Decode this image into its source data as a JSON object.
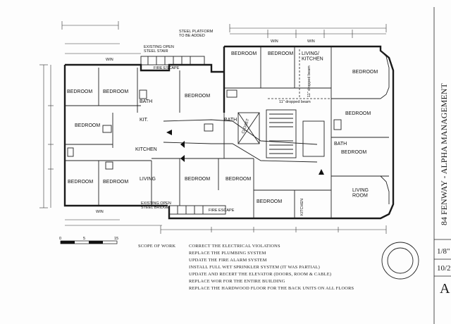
{
  "annotations": {
    "steel_platform": "STEEL PLATFORM\nTO BE ADDED",
    "existing_stair": "EXISTING OPEN\nSTEEL STAIR",
    "fire_escape_top": "FIRE ESCAPE",
    "fire_escape_bottom": "FIRE ESCAPE",
    "existing_bridge": "EXISTING OPEN\nSTEEL BRIDGE",
    "dropped_beam_1": "11\" dropped beam",
    "dropped_beam_2": "11\" dropped beam",
    "scope_title": "SCOPE OF WORK",
    "scale_0": "0",
    "scale_5": "5",
    "scale_15": "15"
  },
  "rooms": {
    "bedroom_1": "BEDROOM",
    "bedroom_2": "BEDROOM",
    "bath_1": "BATH",
    "bedroom_3": "BEDROOM",
    "kit_1": "KIT.",
    "bedroom_4": "BEDROOM",
    "kitchen_1": "KITCHEN",
    "bedroom_5": "BEDROOM",
    "bedroom_6": "BEDROOM",
    "living_1": "LIVING",
    "bedroom_7": "BEDROOM",
    "bedroom_8": "BEDROOM",
    "bath_2": "BATH",
    "closet": "CLOSET",
    "bedroom_9": "BEDROOM",
    "bedroom_10": "BEDROOM",
    "living_kitchen": "LIVING/\nKITCHEN",
    "bedroom_11": "BEDROOM",
    "bedroom_12": "BEDROOM",
    "bath_3": "BATH",
    "bedroom_13": "BEDROOM",
    "bedroom_14": "BEDROOM",
    "kitchen_2": "KITCHEN",
    "living_room": "LIVING\nROOM",
    "win_1": "WIN",
    "win_2": "WIN",
    "win_3": "WIN",
    "win_4": "WIN"
  },
  "scope_items": [
    "CORRECT THE ELECTRICAL VIOLATIONS",
    "REPLACE THE PLUMBING SYSTEM",
    "UPDATE THE FIRE ALARM SYSTEM",
    "INSTALL FULL WET SPRINKLER SYSTEM (IT WAS PARTIAL)",
    "UPDATE AND RECERT THE ELEVATOR (DOORS, ROOM & CABLE)",
    "REPLACE WOR FOR THE ENTIRE BUILDING",
    "REPLACE THE HARDWOOD FLOOR FOR THE BACK UNITS ON ALL FLOORS"
  ],
  "title_block": {
    "project": "84 FENWAY - ALPHA MANAGEMENT",
    "scale": "1/8\"",
    "date": "10/2",
    "sheet": "A"
  }
}
